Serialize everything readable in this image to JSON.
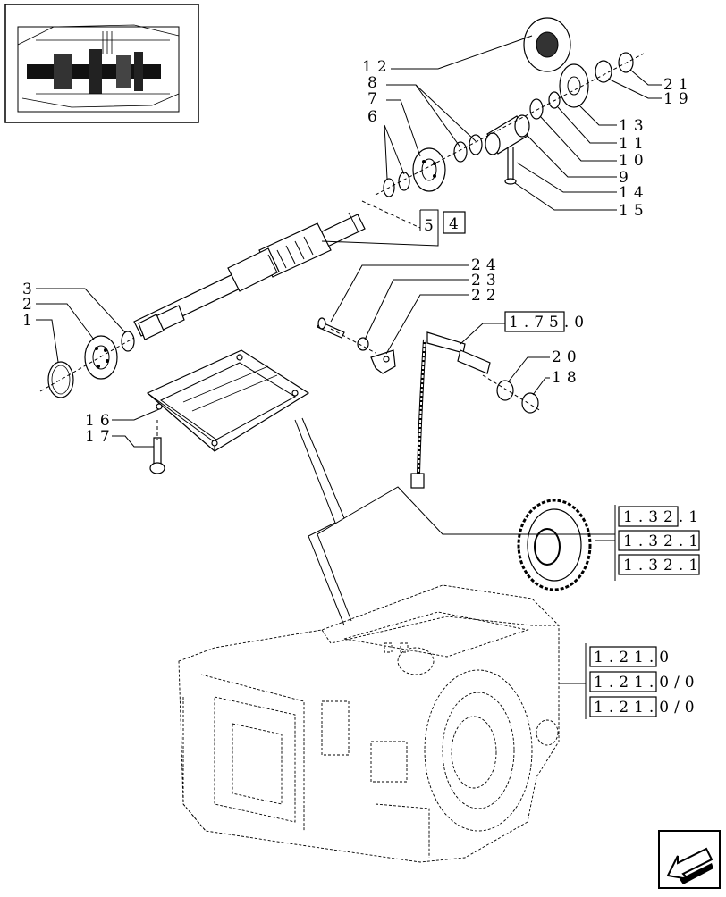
{
  "callouts": {
    "c1": "1",
    "c2": "2",
    "c3": "3",
    "c4": "4",
    "c5": "5",
    "c6": "6",
    "c7": "7",
    "c8": "8",
    "c9": "9",
    "c10": "10",
    "c11": "11",
    "c12": "12",
    "c13": "13",
    "c14": "14",
    "c15": "15",
    "c16": "16",
    "c17": "17",
    "c18": "18",
    "c19": "19",
    "c20": "20",
    "c21": "21",
    "c22": "22",
    "c23": "23",
    "c24": "24"
  },
  "references": {
    "r175": "1.75.0",
    "r132a": "1.32.1",
    "r132b": "1.32.1",
    "r132c": "1.32.1",
    "r121a": "1.21.0",
    "r121b": "1.21.0/0",
    "r121c": "1.21.0/0"
  },
  "icons": {
    "thumbnail": "gearbox-section-thumbnail",
    "nav": "previous-page-arrow-icon"
  }
}
